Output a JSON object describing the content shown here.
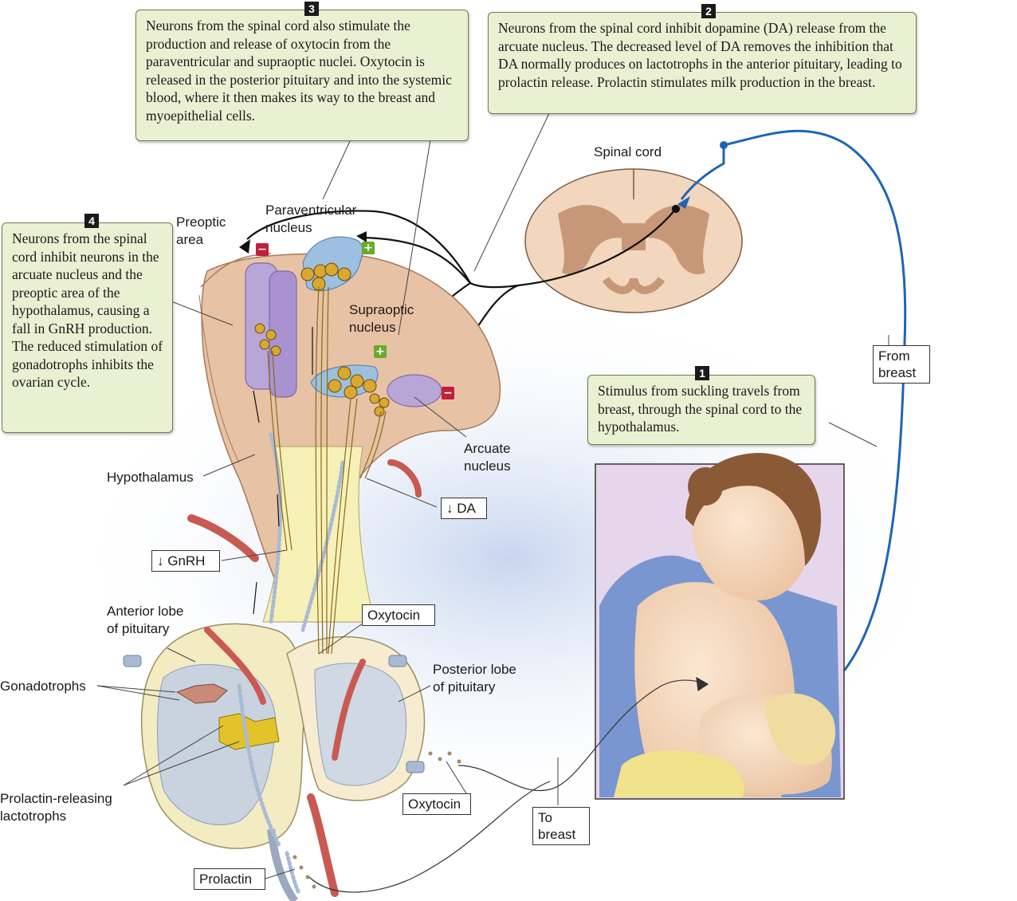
{
  "callouts": {
    "c1": {
      "number": "1",
      "text": "Stimulus from suckling travels from breast, through the spinal cord to the hypothalamus."
    },
    "c2": {
      "number": "2",
      "text": "Neurons from the spinal cord inhibit dopamine (DA) release from the arcuate nucleus. The decreased level of DA removes the inhibition that DA normally produces on lactotrophs in the anterior pituitary, leading to prolactin release. Prolactin stimulates milk production in the breast."
    },
    "c3": {
      "number": "3",
      "text": "Neurons from the spinal cord also stimulate the production and release of oxytocin from the paraventricular and supraoptic nuclei. Oxytocin is released in the posterior pituitary and into the systemic blood, where it then makes its way to the breast and myoepithelial cells."
    },
    "c4": {
      "number": "4",
      "text": "Neurons from the spinal cord inhibit neurons in the arcuate nucleus and the preoptic area of the hypothalamus, causing a fall in GnRH production. The reduced stimulation of gonadotrophs inhibits the ovarian cycle."
    }
  },
  "labels": {
    "spinal_cord": "Spinal cord",
    "preoptic_area": "Preoptic\narea",
    "paraventricular_nucleus": "Paraventricular\nnucleus",
    "supraoptic_nucleus": "Supraoptic\nnucleus",
    "arcuate_nucleus": "Arcuate\nnucleus",
    "hypothalamus": "Hypothalamus",
    "anterior_lobe": "Anterior lobe\nof pituitary",
    "posterior_lobe": "Posterior lobe\nof pituitary",
    "gonadotrophs": "Gonadotrophs",
    "lactotrophs": "Prolactin-releasing\nlactotrophs"
  },
  "boxes": {
    "from_breast": "From\nbreast",
    "to_breast": "To\nbreast",
    "da": "↓ DA",
    "gnrh": "↓ GnRH",
    "oxytocin_top": "Oxytocin",
    "oxytocin_bottom": "Oxytocin",
    "prolactin": "Prolactin"
  },
  "signs": {
    "minus": "−",
    "plus": "+"
  },
  "colors": {
    "callout_fill": "#eaf0d2",
    "neural_pathway": "#1f64b4",
    "nucleus_purple": "#b9a6d9",
    "neuron_gold": "#d4a52a",
    "hypothalamus_tan": "#e8c2a4",
    "inhibit_red": "#c0203a",
    "stimulate_green": "#6aaa2a"
  }
}
